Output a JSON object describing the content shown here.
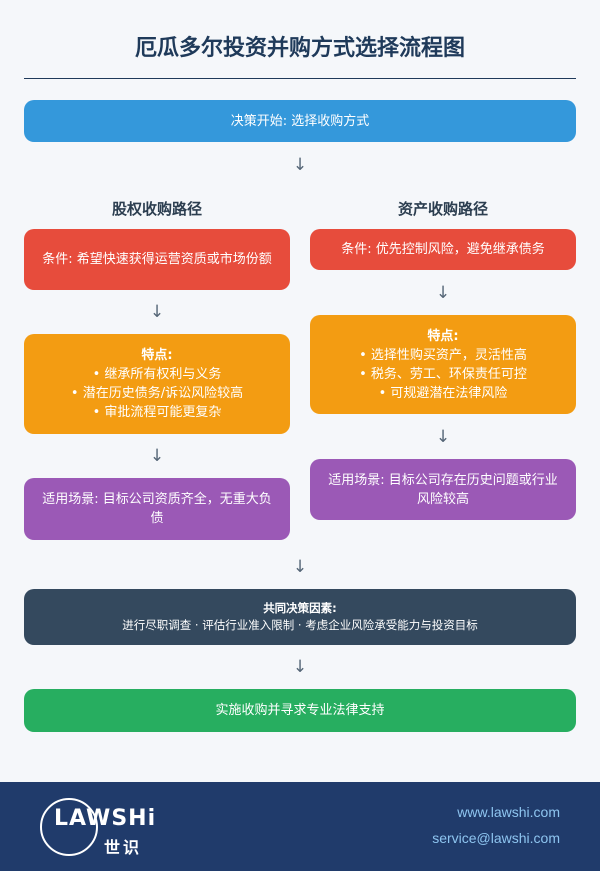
{
  "title": "厄瓜多尔投资并购方式选择流程图",
  "start": "决策开始: 选择收购方式",
  "arrow": "↓",
  "equity": {
    "heading": "股权收购路径",
    "condition": "条件: 希望快速获得运营资质或市场份额",
    "features_title": "特点:",
    "features": [
      "• 继承所有权利与义务",
      "• 潜在历史债务/诉讼风险较高",
      "• 审批流程可能更复杂"
    ],
    "scenario": "适用场景: 目标公司资质齐全，无重大负债"
  },
  "asset": {
    "heading": "资产收购路径",
    "condition": "条件: 优先控制风险，避免继承债务",
    "features_title": "特点:",
    "features": [
      "• 选择性购买资产，灵活性高",
      "• 税务、劳工、环保责任可控",
      "• 可规避潜在法律风险"
    ],
    "scenario": "适用场景: 目标公司存在历史问题或行业风险较高"
  },
  "common": {
    "title": "共同决策因素:",
    "text": "进行尽职调查 · 评估行业准入限制 · 考虑企业风险承受能力与投资目标"
  },
  "final": "实施收购并寻求专业法律支持",
  "footer": {
    "logo_text": "LAWSHi",
    "logo_cn": "世识",
    "website": "www.lawshi.com",
    "email": "service@lawshi.com"
  }
}
